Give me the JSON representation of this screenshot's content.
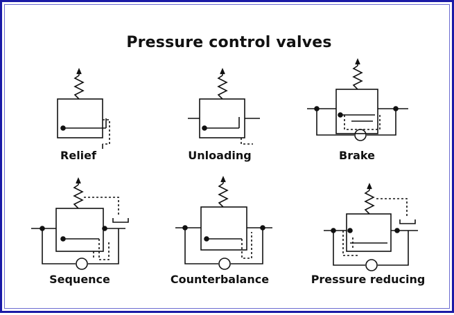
{
  "title": "Pressure control valves",
  "valves": [
    {
      "label": "Relief"
    },
    {
      "label": "Unloading"
    },
    {
      "label": "Brake"
    },
    {
      "label": "Sequence"
    },
    {
      "label": "Counterbalance"
    },
    {
      "label": "Pressure reducing"
    }
  ],
  "colors": {
    "border": "#1a1aa6",
    "ink": "#111111"
  },
  "icons": [
    "spring-icon",
    "check-valve-icon",
    "junction-dot-icon"
  ]
}
